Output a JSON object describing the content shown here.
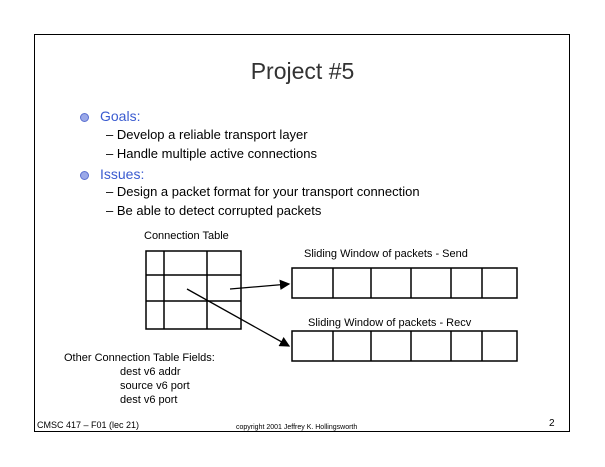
{
  "slide": {
    "title": "Project #5",
    "goals": {
      "heading": "Goals:",
      "items": [
        "– Develop a reliable transport layer",
        "– Handle multiple active connections"
      ]
    },
    "issues": {
      "heading": "Issues:",
      "items": [
        "– Design a packet format for your transport connection",
        "– Be able to detect corrupted packets"
      ]
    }
  },
  "diagram": {
    "connection_table_label": "Connection Table",
    "send_window_label": "Sliding Window of packets - Send",
    "recv_window_label": "Sliding Window of packets - Recv",
    "other_fields_heading": "Other Connection Table Fields:",
    "other_fields": [
      "dest v6 addr",
      "source v6 port",
      "dest v6 port"
    ]
  },
  "footer": {
    "course": "CMSC 417 – F01 (lec 21)",
    "copyright": "copyright 2001 Jeffrey K. Hollingsworth",
    "page_number": "2"
  }
}
